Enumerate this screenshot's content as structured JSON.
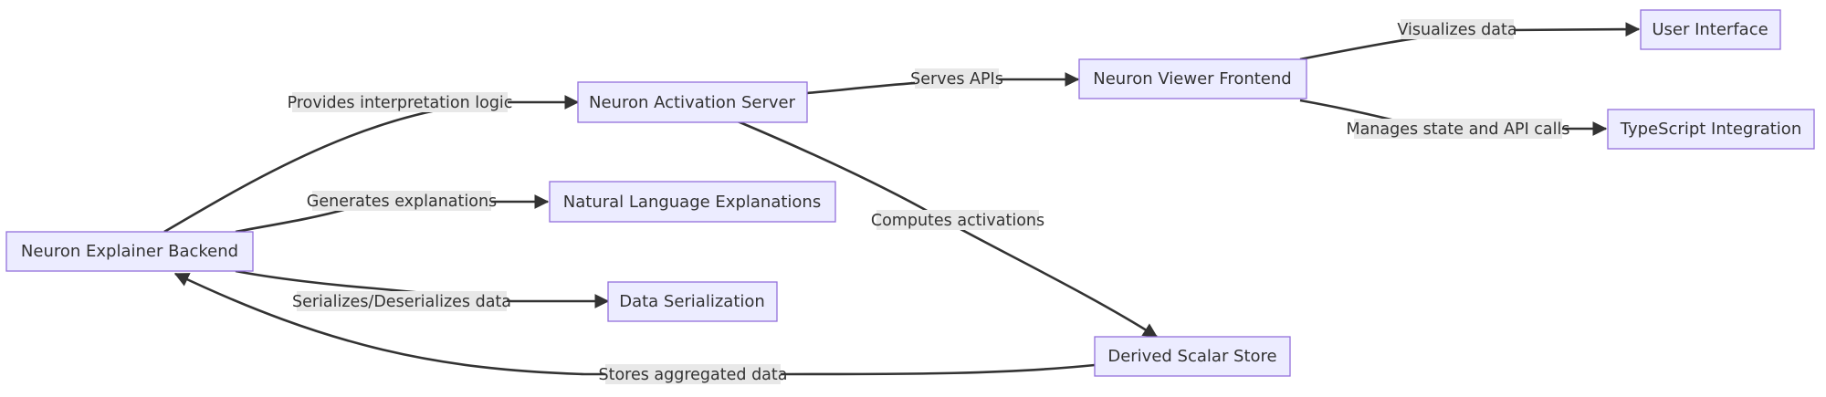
{
  "diagram": {
    "nodes": {
      "backend": "Neuron Explainer Backend",
      "activation_server": "Neuron Activation Server",
      "nl_explanations": "Natural Language Explanations",
      "data_serialization": "Data Serialization",
      "viewer_frontend": "Neuron Viewer Frontend",
      "derived_scalar_store": "Derived Scalar Store",
      "user_interface": "User Interface",
      "typescript_integration": "TypeScript Integration"
    },
    "edges": {
      "provides_logic": "Provides interpretation logic",
      "generates_explanations": "Generates explanations",
      "serializes_data": "Serializes/Deserializes data",
      "serves_apis": "Serves APIs",
      "computes_activations": "Computes activations",
      "stores_aggregated": "Stores aggregated data",
      "visualizes_data": "Visualizes data",
      "manages_state": "Manages state and API calls"
    }
  }
}
